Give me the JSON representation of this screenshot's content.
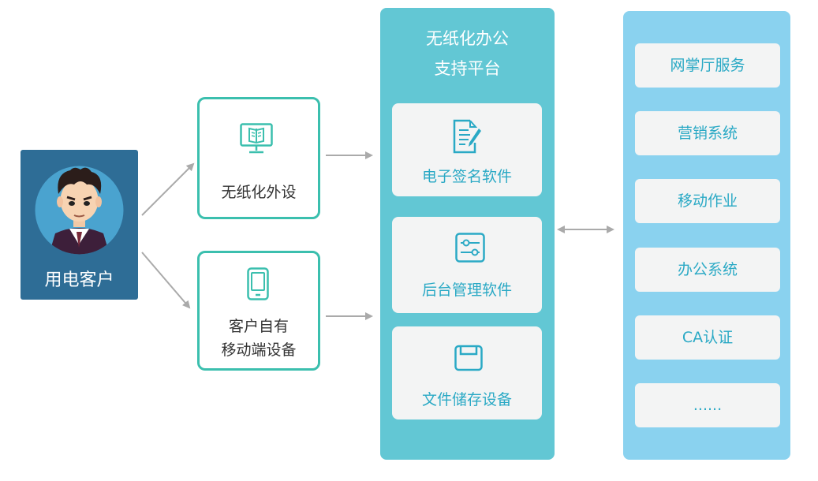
{
  "user": {
    "label": "用电客户"
  },
  "devices": [
    {
      "label_lines": [
        "无纸化外设"
      ],
      "icon": "book-monitor-icon"
    },
    {
      "label_lines": [
        "客户自有",
        "移动端设备"
      ],
      "icon": "tablet-icon"
    }
  ],
  "platform": {
    "title_lines": [
      "无纸化办公",
      "支持平台"
    ],
    "items": [
      {
        "label": "电子签名软件",
        "icon": "document-pen-icon"
      },
      {
        "label": "后台管理软件",
        "icon": "sliders-icon"
      },
      {
        "label": "文件储存设备",
        "icon": "storage-tray-icon"
      }
    ]
  },
  "business": {
    "items": [
      {
        "label": "网掌厅服务"
      },
      {
        "label": "营销系统"
      },
      {
        "label": "移动作业"
      },
      {
        "label": "办公系统"
      },
      {
        "label": "CA认证"
      },
      {
        "label": "......"
      }
    ]
  },
  "colors": {
    "user_card": "#2e6d96",
    "device_border": "#3bbfae",
    "platform_bg": "#62c7d4",
    "business_bg": "#8ad2ef",
    "card_bg": "#f3f4f4",
    "card_text": "#2aa9c5",
    "arrow": "#aaaaaa"
  }
}
